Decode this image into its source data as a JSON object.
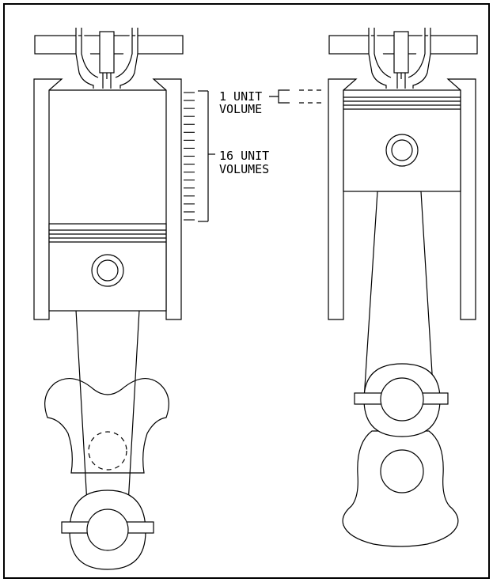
{
  "figure": {
    "labels": {
      "one_unit_line1": "1 UNIT",
      "one_unit_line2": "VOLUME",
      "sixteen_unit_line1": "16 UNIT",
      "sixteen_unit_line2": "VOLUMES"
    },
    "scale_tick_count": 16,
    "left_engine": {
      "piston_position": "bottom dead center"
    },
    "right_engine": {
      "piston_position": "top dead center"
    }
  }
}
